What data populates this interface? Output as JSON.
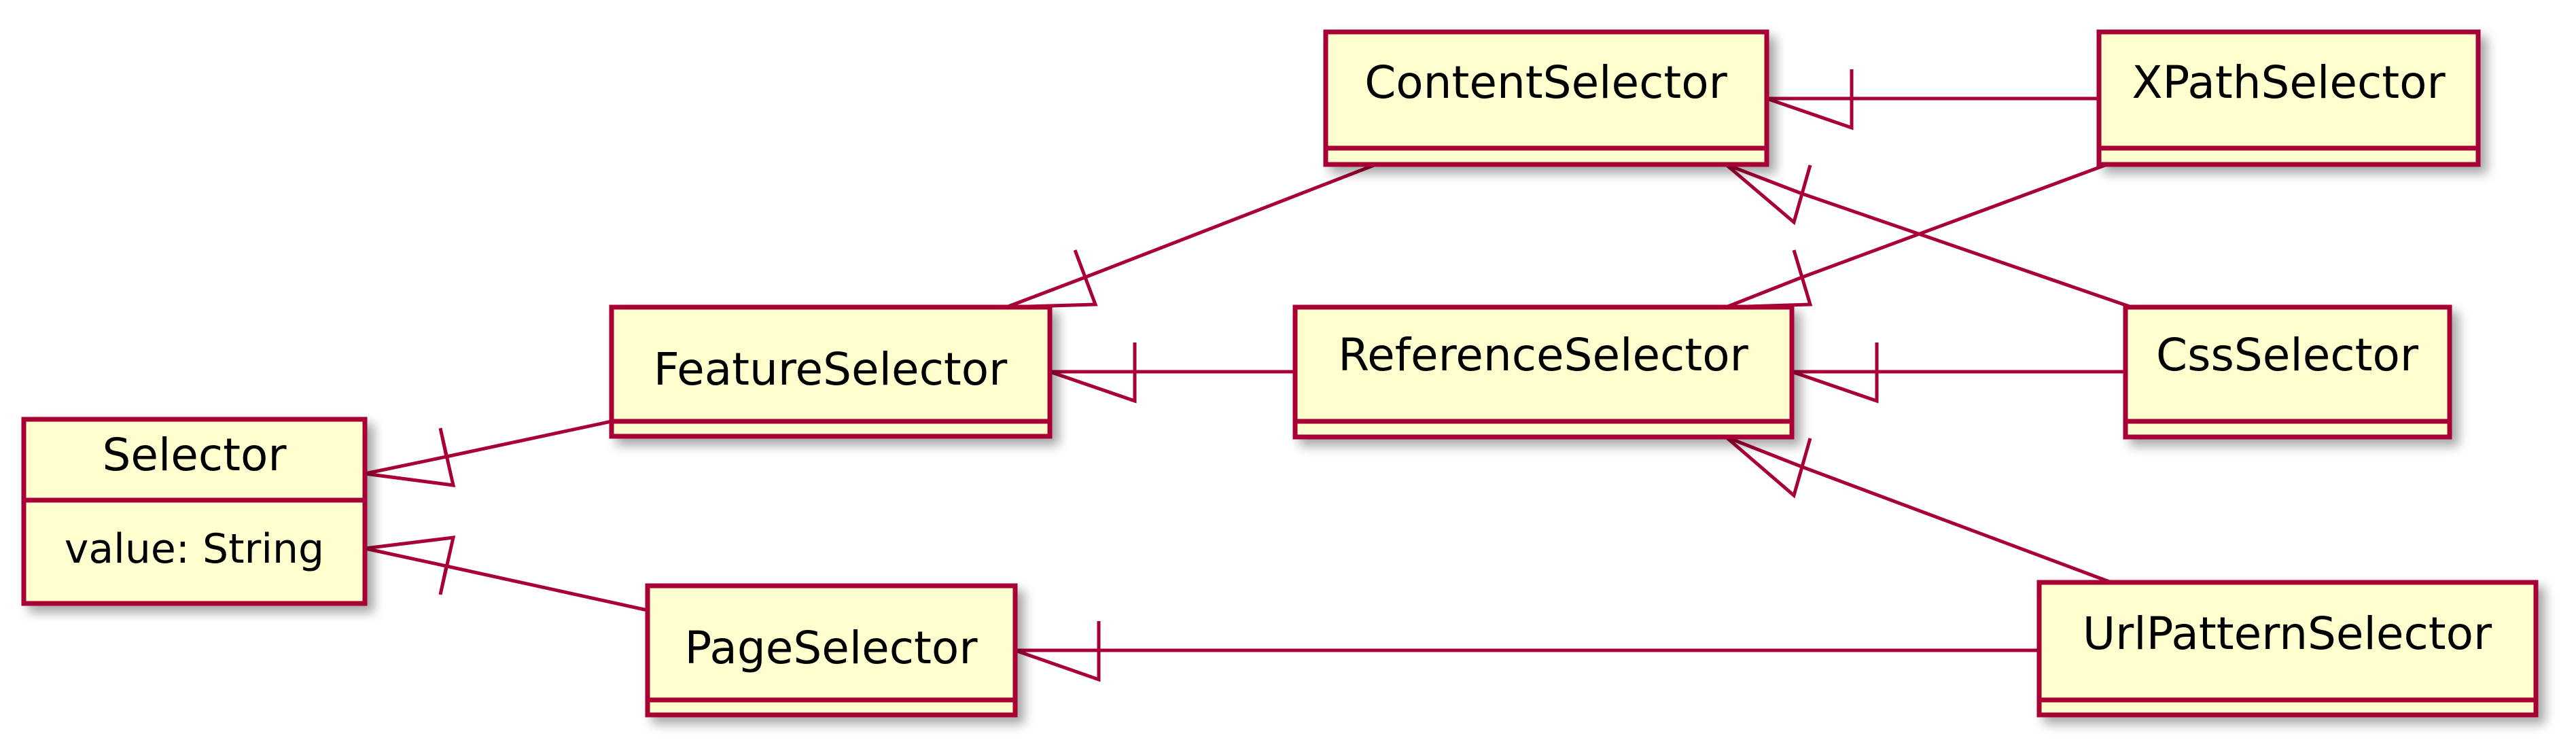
{
  "colors": {
    "class_fill": "#FEFECE",
    "border": "#A80036",
    "text": "#000000",
    "shadow": "#C8C8C8"
  },
  "classes": {
    "selector": {
      "name": "Selector",
      "attributes": [
        "value: String"
      ]
    },
    "feature_selector": {
      "name": "FeatureSelector",
      "attributes": []
    },
    "page_selector": {
      "name": "PageSelector",
      "attributes": []
    },
    "content_selector": {
      "name": "ContentSelector",
      "attributes": []
    },
    "reference_selector": {
      "name": "ReferenceSelector",
      "attributes": []
    },
    "xpath_selector": {
      "name": "XPathSelector",
      "attributes": []
    },
    "css_selector": {
      "name": "CssSelector",
      "attributes": []
    },
    "url_pattern_selector": {
      "name": "UrlPatternSelector",
      "attributes": []
    }
  },
  "relations": [
    {
      "type": "inheritance",
      "child": "FeatureSelector",
      "parent": "Selector"
    },
    {
      "type": "inheritance",
      "child": "PageSelector",
      "parent": "Selector"
    },
    {
      "type": "inheritance",
      "child": "ContentSelector",
      "parent": "FeatureSelector"
    },
    {
      "type": "inheritance",
      "child": "ReferenceSelector",
      "parent": "FeatureSelector"
    },
    {
      "type": "inheritance",
      "child": "XPathSelector",
      "parent": "ContentSelector"
    },
    {
      "type": "inheritance",
      "child": "CssSelector",
      "parent": "ContentSelector"
    },
    {
      "type": "inheritance",
      "child": "XPathSelector",
      "parent": "ReferenceSelector"
    },
    {
      "type": "inheritance",
      "child": "CssSelector",
      "parent": "ReferenceSelector"
    },
    {
      "type": "inheritance",
      "child": "UrlPatternSelector",
      "parent": "ReferenceSelector"
    },
    {
      "type": "inheritance",
      "child": "UrlPatternSelector",
      "parent": "PageSelector"
    }
  ]
}
